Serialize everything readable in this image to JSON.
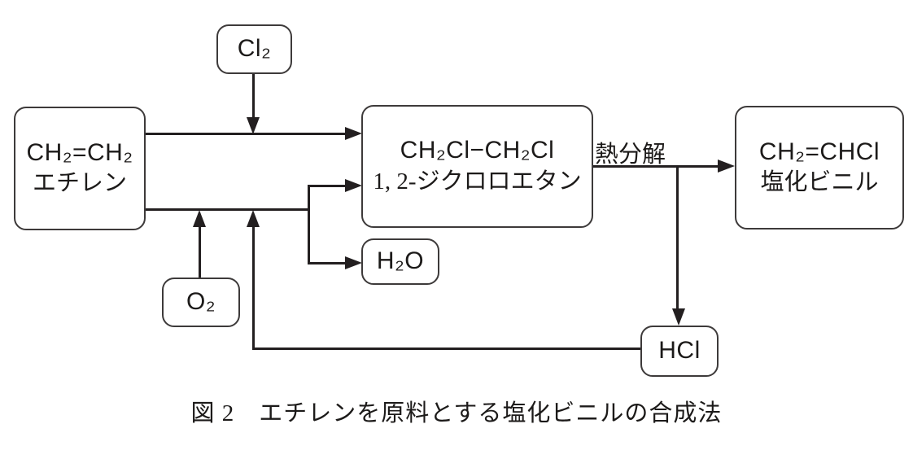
{
  "figure": {
    "caption": "図 2　エチレンを原料とする塩化ビニルの合成法"
  },
  "boxes": {
    "ethylene": {
      "formula": "CH₂=CH₂",
      "name": "エチレン"
    },
    "chlorine": {
      "formula": "Cl₂"
    },
    "dichloroethane": {
      "formula": "CH₂Cl−CH₂Cl",
      "name": "1, 2-ジクロロエタン"
    },
    "water": {
      "formula": "H₂O"
    },
    "vinyl_chloride": {
      "formula": "CH₂=CHCl",
      "name": "塩化ビニル"
    },
    "oxygen": {
      "formula": "O₂"
    },
    "hydrogen_chloride": {
      "formula": "HCl"
    }
  },
  "edge_labels": {
    "pyrolysis": "熱分解"
  },
  "colors": {
    "background": "#ffffff",
    "line": "#231f20",
    "box_border": "#3d3a3a",
    "text": "#1c1a19"
  }
}
